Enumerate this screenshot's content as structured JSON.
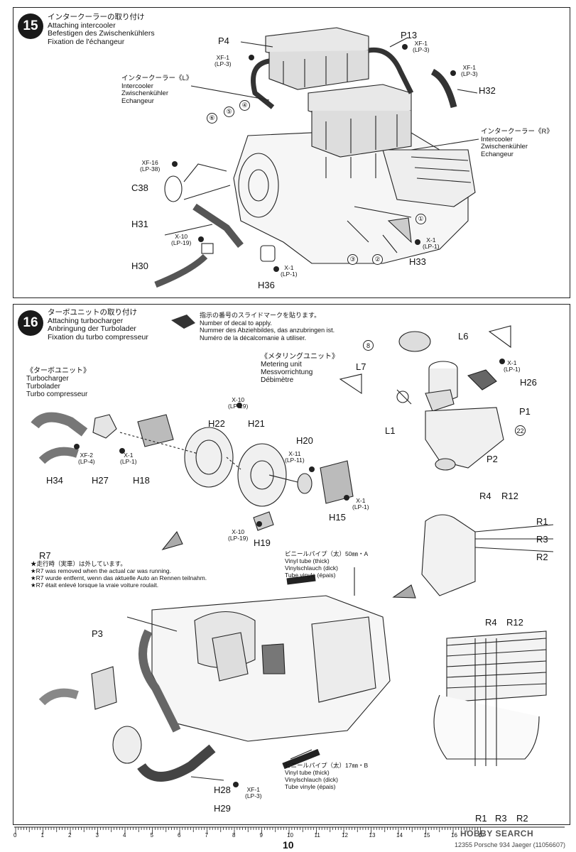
{
  "step15": {
    "number": "15",
    "title_ja": "インタークーラーの取り付け",
    "title_en": "Attaching intercooler",
    "title_de": "Befestigen des Zwischenkühlers",
    "title_fr": "Fixation de l'échangeur",
    "intercooler_l": {
      "ja": "インタークーラー《L》",
      "en": "Intercooler",
      "de": "Zwischenkühler",
      "fr": "Echangeur"
    },
    "intercooler_r": {
      "ja": "インタークーラー《R》",
      "en": "Intercooler",
      "de": "Zwischenkühler",
      "fr": "Echangeur"
    },
    "labels": {
      "p4": "P4",
      "p13": "P13",
      "h32": "H32",
      "c38": "C38",
      "h31": "H31",
      "h30": "H30",
      "h36": "H36",
      "h33": "H33",
      "xf1": "XF-1",
      "lp3": "(LP-3)",
      "xf16": "XF-16",
      "lp38": "(LP-38)",
      "x10": "X-10",
      "lp19": "(LP-19)",
      "x1": "X-1",
      "lp1": "(LP-1)"
    },
    "circled": [
      "①",
      "②",
      "③",
      "④",
      "⑤",
      "⑥"
    ]
  },
  "step16": {
    "number": "16",
    "title_ja": "ターボユニットの取り付け",
    "title_en": "Attaching turbocharger",
    "title_de": "Anbringung der Turbolader",
    "title_fr": "Fixation du turbo compresseur",
    "decal_note": {
      "ja": "指示の番号のスライドマークを貼ります。",
      "en": "Number of decal to apply.",
      "de": "Nummer des Abziehbildes, das anzubringen ist.",
      "fr": "Numéro de la décalcomanie à utiliser."
    },
    "turbo_unit": {
      "ja": "《ターボユニット》",
      "en": "Turbocharger",
      "de": "Turbolader",
      "fr": "Turbo compresseur"
    },
    "metering_unit": {
      "ja": "《メタリングユニット》",
      "en": "Metering unit",
      "de": "Messvorrichtung",
      "fr": "Débimètre"
    },
    "r7_note": {
      "label": "R7",
      "ja": "★走行時（実車）は外しています。",
      "en": "★R7 was removed when the actual car was running.",
      "de": "★R7 wurde entfernt, wenn das aktuelle Auto an Rennen teilnahm.",
      "fr": "★R7 était enlevé lorsque la vraie voiture roulait."
    },
    "vinyl_a": {
      "ja": "ビニールパイプ（太）50㎜・A",
      "en": "Vinyl tube (thick)",
      "de": "Vinylschlauch (dick)",
      "fr": "Tube vinyle (épais)"
    },
    "vinyl_b": {
      "ja": "ビニールパイプ（太）17㎜・B",
      "en": "Vinyl tube (thick)",
      "de": "Vinylschlauch (dick)",
      "fr": "Tube vinyle (épais)"
    },
    "labels": {
      "l6": "L6",
      "l7": "L7",
      "l1": "L1",
      "h26": "H26",
      "p1": "P1",
      "p2": "P2",
      "h34": "H34",
      "h27": "H27",
      "h18": "H18",
      "h22": "H22",
      "h21": "H21",
      "h20": "H20",
      "h15": "H15",
      "h19": "H19",
      "r4": "R4",
      "r12": "R12",
      "r1": "R1",
      "r3": "R3",
      "r2": "R2",
      "p3": "P3",
      "h28": "H28",
      "h29": "H29",
      "x1": "X-1",
      "lp1": "(LP-1)",
      "xf2": "XF-2",
      "lp4": "(LP-4)",
      "x10": "X-10",
      "lp19": "(LP-19)",
      "x11": "X-11",
      "lp11": "(LP-11)",
      "xf1": "XF-1",
      "lp3": "(LP-3)"
    },
    "decal_8": "8",
    "decal_22": "22"
  },
  "ruler": {
    "ticks": [
      "0",
      "1",
      "2",
      "3",
      "4",
      "5",
      "6",
      "7",
      "8",
      "9",
      "10",
      "11",
      "12",
      "13",
      "14",
      "15",
      "16",
      "17"
    ]
  },
  "page_number": "10",
  "footer": "12355 Porsche 934 Jaeger (11056607)",
  "watermark": "HOBBY SEARCH"
}
